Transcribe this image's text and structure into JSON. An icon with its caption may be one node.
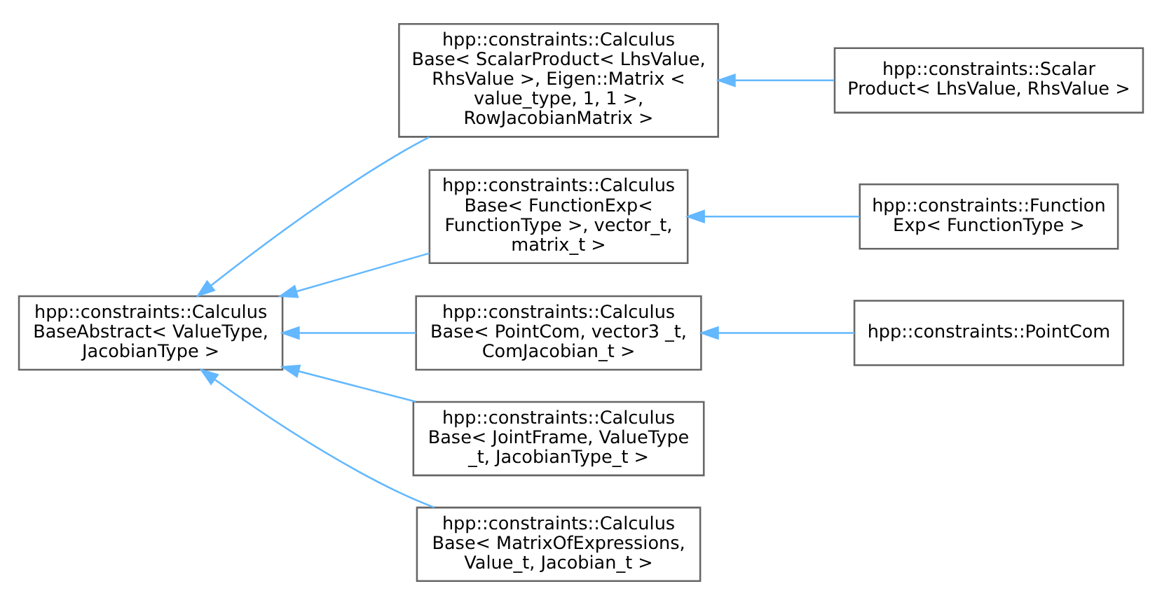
{
  "diagram": {
    "nodes": [
      {
        "text": [
          "hpp::constraints::Calculus BaseAbstract< ValueType, JacobianType >"
        ]
      },
      {
        "text": [
          "hpp::constraints::Calculus Base< ScalarProduct< LhsValue, RhsValue >, Eigen::Matrix < value_type, 1, 1 >, RowJacobianMatrix >"
        ]
      },
      {
        "text": [
          "hpp::constraints::Scalar Product< LhsValue, RhsValue >"
        ]
      },
      {
        "text": [
          "hpp::constraints::Calculus Base< FunctionExp< FunctionType >, vector_t, matrix_t >"
        ]
      },
      {
        "text": [
          "hpp::constraints::Function Exp< FunctionType >"
        ]
      },
      {
        "text": [
          "hpp::constraints::Calculus Base< PointCom, vector3 _t, ComJacobian_t >"
        ]
      },
      {
        "text": [
          "hpp::constraints::PointCom"
        ]
      },
      {
        "text": [
          "hpp::constraints::Calculus Base< JointFrame, ValueType _t, JacobianType_t >"
        ]
      },
      {
        "text": [
          "hpp::constraints::Calculus Base< MatrixOfExpressions, Value_t, Jacobian_t >"
        ]
      }
    ],
    "edges": [
      {
        "from": 1,
        "to": 0,
        "arrow": "to"
      },
      {
        "from": 3,
        "to": 0,
        "arrow": "to"
      },
      {
        "from": 5,
        "to": 0,
        "arrow": "to"
      },
      {
        "from": 7,
        "to": 0,
        "arrow": "to"
      },
      {
        "from": 8,
        "to": 0,
        "arrow": "to"
      },
      {
        "from": 2,
        "to": 1,
        "arrow": "to"
      },
      {
        "from": 4,
        "to": 3,
        "arrow": "to"
      },
      {
        "from": 6,
        "to": 5,
        "arrow": "to"
      }
    ]
  }
}
